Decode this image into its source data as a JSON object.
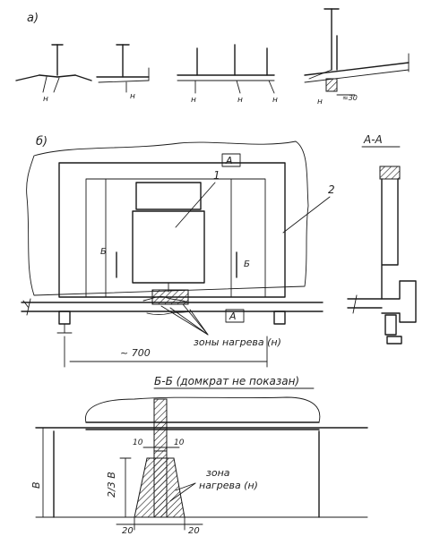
{
  "part_a": {
    "label": "а)",
    "marker": "н"
  },
  "part_b": {
    "label": "б)",
    "section_mark": "А",
    "callouts": [
      "1",
      "2"
    ],
    "cut_mark": "Б",
    "heat_zone_label": "зоны нагрева (н)",
    "dimension": "~ 700"
  },
  "section_aa": {
    "title": "А-А"
  },
  "section_bb": {
    "title": "Б-Б (домкрат не показан)",
    "dim_left": "10",
    "dim_right": "10",
    "bottom_left": "20",
    "bottom_right": "20",
    "height_fraction": "2/3 В",
    "height_full": "В",
    "zone_label_1": "зона",
    "zone_label_2": "нагрева (н)"
  }
}
